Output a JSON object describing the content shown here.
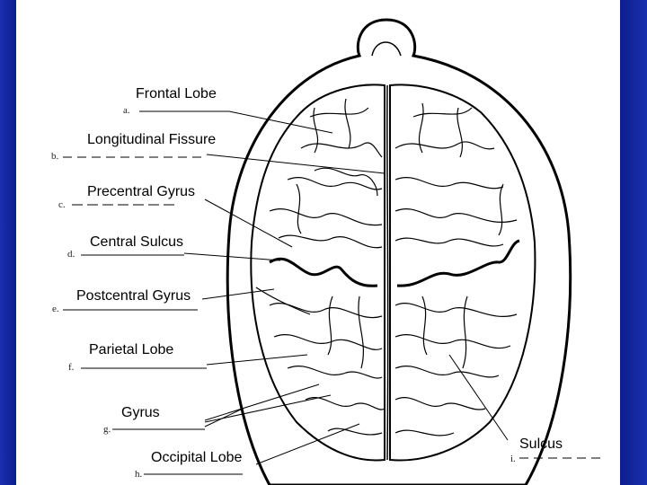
{
  "labels": {
    "frontal_lobe": "Frontal Lobe",
    "longitudinal_fissure": "Longitudinal Fissure",
    "precentral_gyrus": "Precentral Gyrus",
    "central_sulcus": "Central Sulcus",
    "postcentral_gyrus": "Postcentral Gyrus",
    "parietal_lobe": "Parietal Lobe",
    "gyrus": "Gyrus",
    "occipital_lobe": "Occipital Lobe",
    "sulcus": "Sulcus"
  },
  "letters": {
    "a": "a.",
    "b": "b.",
    "c": "c.",
    "d": "d.",
    "e": "e.",
    "f": "f.",
    "g": "g.",
    "h": "h.",
    "i": "i."
  },
  "colors": {
    "background": "#0c1e8c",
    "panel": "#ffffff",
    "ink": "#000000"
  }
}
